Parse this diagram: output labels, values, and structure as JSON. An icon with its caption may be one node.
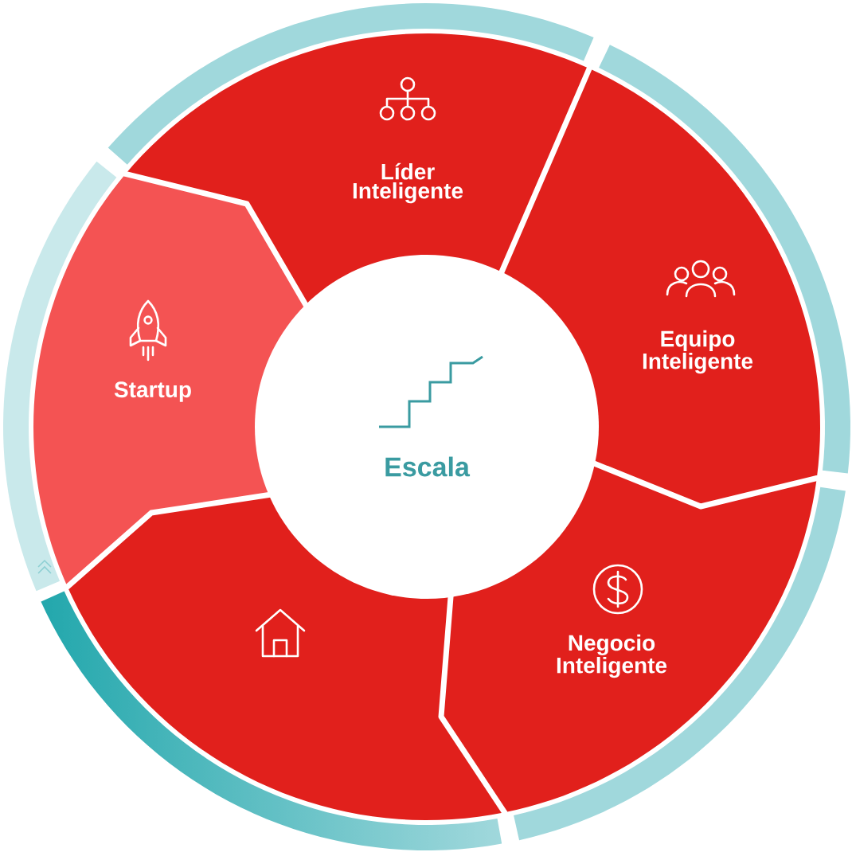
{
  "diagram": {
    "nodes": [
      {
        "text": [
          "Líder Inteligente"
        ]
      },
      {
        "text": [
          "Equipo Inteligente"
        ]
      },
      {
        "text": [
          "Negocio Inteligente"
        ]
      },
      {
        "text": [],
        "shape": "sector"
      },
      {
        "text": [
          "Startup"
        ]
      },
      {
        "text": [
          "Escala"
        ]
      }
    ]
  }
}
